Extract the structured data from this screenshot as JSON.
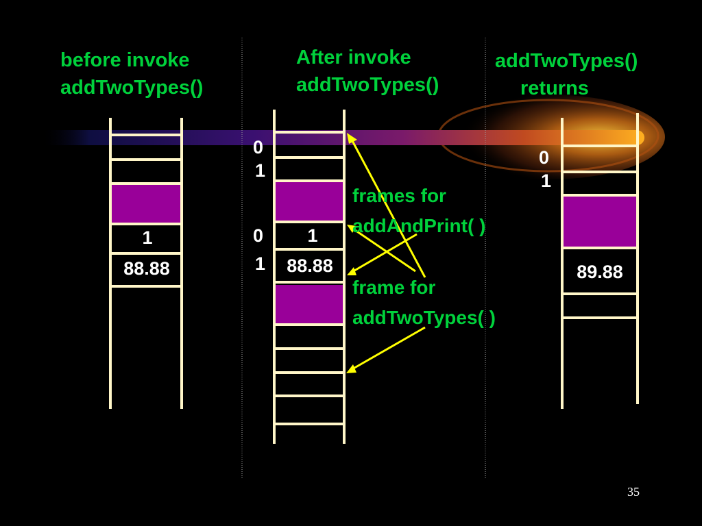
{
  "headings": {
    "before": [
      "before invoke",
      "addTwoTypes()"
    ],
    "after": [
      "After invoke",
      "addTwoTypes()"
    ],
    "returns": [
      "addTwoTypes()",
      "returns"
    ]
  },
  "callouts": {
    "frames_addandprint": [
      "frames for",
      "addAndPrint( )"
    ],
    "frame_addtwotypes": [
      "frame for",
      "addTwoTypes( )"
    ]
  },
  "stack_before": {
    "cell_value_int": "1",
    "cell_value_double": "88.88"
  },
  "stack_after": {
    "top_indices": [
      "0",
      "1"
    ],
    "mid_indices": [
      "0",
      "1"
    ],
    "cell_value_int": "1",
    "cell_value_double": "88.88"
  },
  "stack_returns": {
    "indices": [
      "0",
      "1"
    ],
    "cell_value_double": "89.88"
  },
  "colors": {
    "heading_text": "#00d23c",
    "ladder_line": "#fff6c8",
    "frame_fill": "#990099",
    "arrow": "#ffff00",
    "background": "#000000"
  },
  "page_number": "35"
}
